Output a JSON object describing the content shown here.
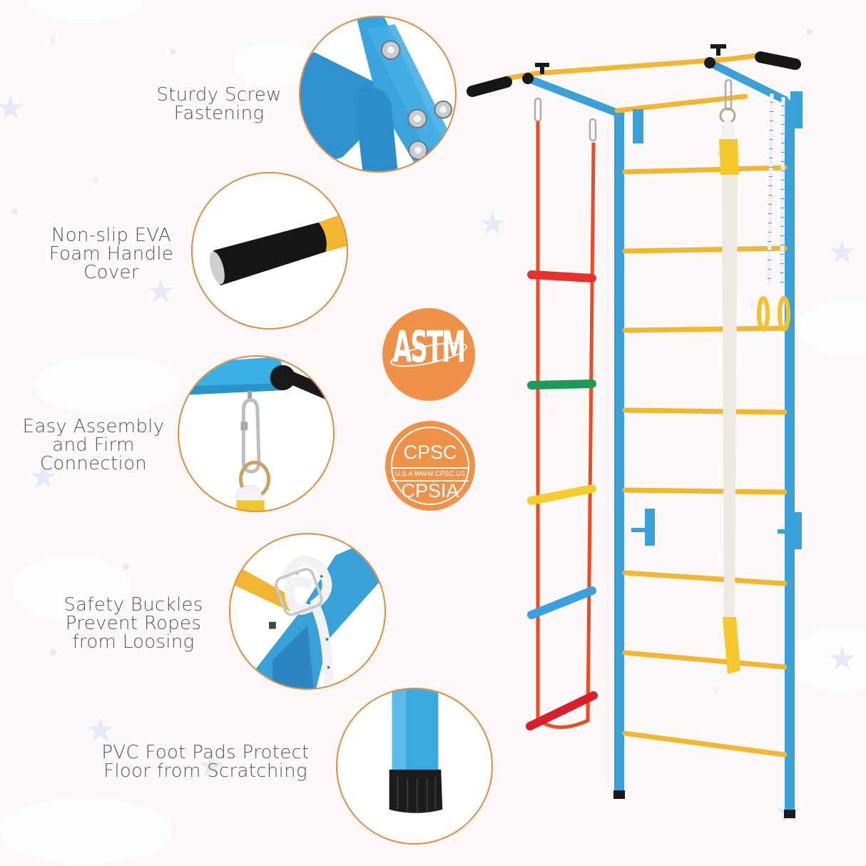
{
  "features": [
    {
      "id": "screw",
      "lines": [
        "Sturdy Screw",
        "Fastening"
      ]
    },
    {
      "id": "foam",
      "lines": [
        "Non-slip EVA",
        "Foam Handle",
        "Cover"
      ]
    },
    {
      "id": "assembly",
      "lines": [
        "Easy Assembly",
        "and Firm",
        "Connection"
      ]
    },
    {
      "id": "buckles",
      "lines": [
        "Safety Buckles",
        "Prevent Ropes",
        "from Loosing"
      ]
    },
    {
      "id": "footpads",
      "lines": [
        "PVC Foot Pads Protect",
        "Floor from Scratching"
      ]
    }
  ],
  "badges": {
    "astm": {
      "text": "ASTM"
    },
    "cpsc": {
      "top": "CPSC",
      "band": "U.S.A  WWW.CPSC.US",
      "bottom": "CPSIA"
    }
  },
  "colors": {
    "accent_orange": "#e48a3e",
    "badge_orange": "#f0914a",
    "frame_blue": "#3aa0d8",
    "rung_yellow": "#f2b632",
    "rope_red": "#ee4a24",
    "text_gray": "#575757",
    "background": "#fcf9f8"
  },
  "product": {
    "name": "wall-bars-climbing-set",
    "rope_ladder_rungs": [
      "red",
      "green",
      "yellow",
      "blue",
      "red"
    ],
    "wall_bar_rungs": 8
  }
}
